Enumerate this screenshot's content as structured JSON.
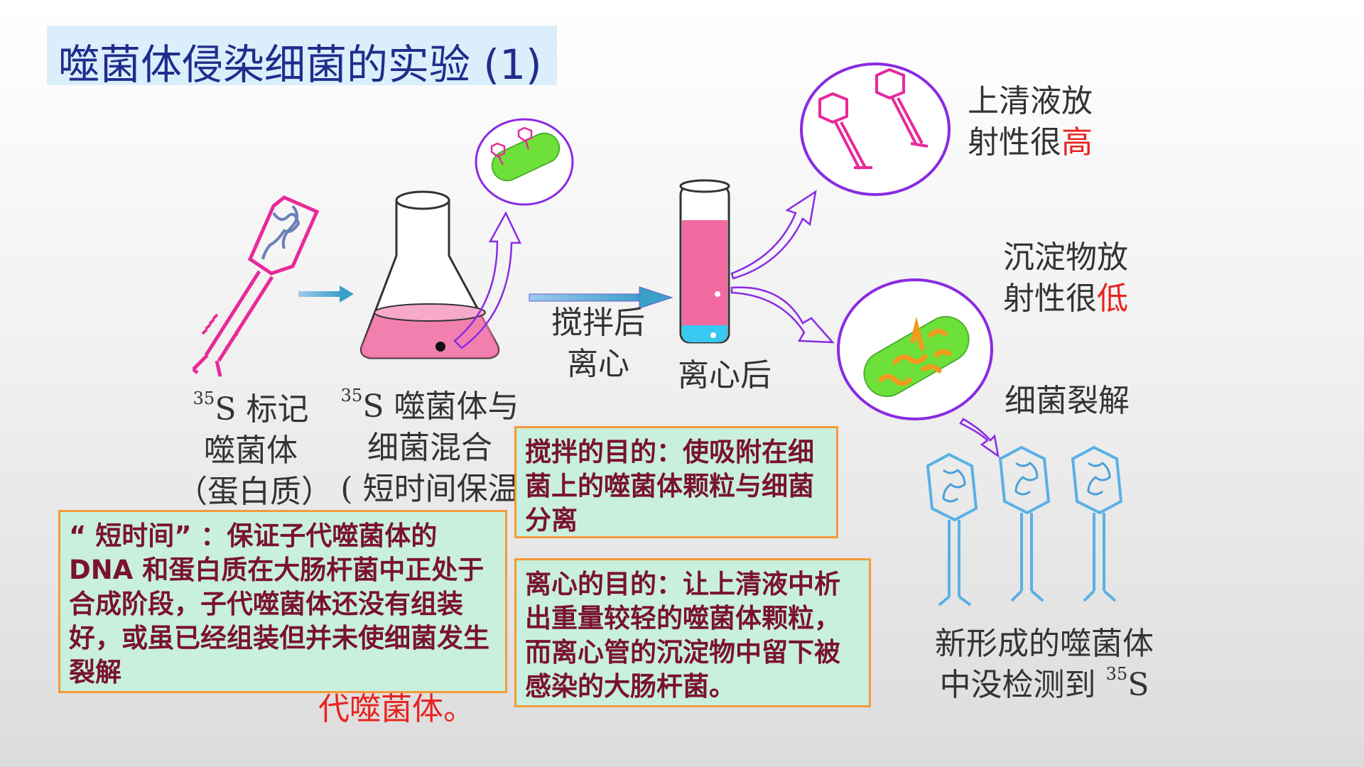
{
  "slide": {
    "title": "噬菌体侵染细菌的实验 (1)"
  },
  "labels": {
    "stir_centrifuge": [
      "搅拌后",
      "离心"
    ],
    "after_centrifuge": "离心后",
    "supernatant": {
      "line1": "上清液放",
      "line2_prefix": "射性很",
      "line2_emph": "高"
    },
    "precipitate": {
      "line1": "沉淀物放",
      "line2_prefix": "射性很",
      "line2_emph": "低"
    },
    "lysis": "细菌裂解",
    "phage_label": {
      "iso": "35",
      "line1_suffix": "S 标记",
      "line2": "噬菌体",
      "line3": "（蛋白质）"
    },
    "mix_label": {
      "iso": "35",
      "line1_suffix": "S 噬菌体与",
      "line2": "细菌混合",
      "line3": "( 短时间保温"
    },
    "new_phage": {
      "line1": "新形成的噬菌体",
      "line2_prefix": "中没检测到 ",
      "iso": "35",
      "line2_suffix": "S"
    },
    "hidden_red": "代噬菌体。"
  },
  "notes": {
    "stir": "搅拌的目的：使吸附在细菌上的噬菌体颗粒与细菌分离",
    "centrifuge": "离心的目的：让上清液中析出重量较轻的噬菌体颗粒，而离心管的沉淀物中留下被感染的大肠杆菌。",
    "short_time": "“ 短时间”  ：保证子代噬菌体的DNA 和蛋白质在大肠杆菌中正处于合成阶段，子代噬菌体还没有组装好，或虽已经组装但并未使细菌发生裂解"
  },
  "colors": {
    "title_bg": "#dbeefb",
    "title_text": "#1f2d8c",
    "emphasis_red": "#e8231f",
    "note_bg": "#c8f0dc",
    "note_border": "#f59a3c",
    "note_text": "#7a1230",
    "phage_magenta": "#e8299a",
    "phage_blue": "#5ab0e6",
    "bacteria_green": "#6de03a",
    "circle_purple": "#8a2be2",
    "liquid_pink": "#f06aa0"
  }
}
